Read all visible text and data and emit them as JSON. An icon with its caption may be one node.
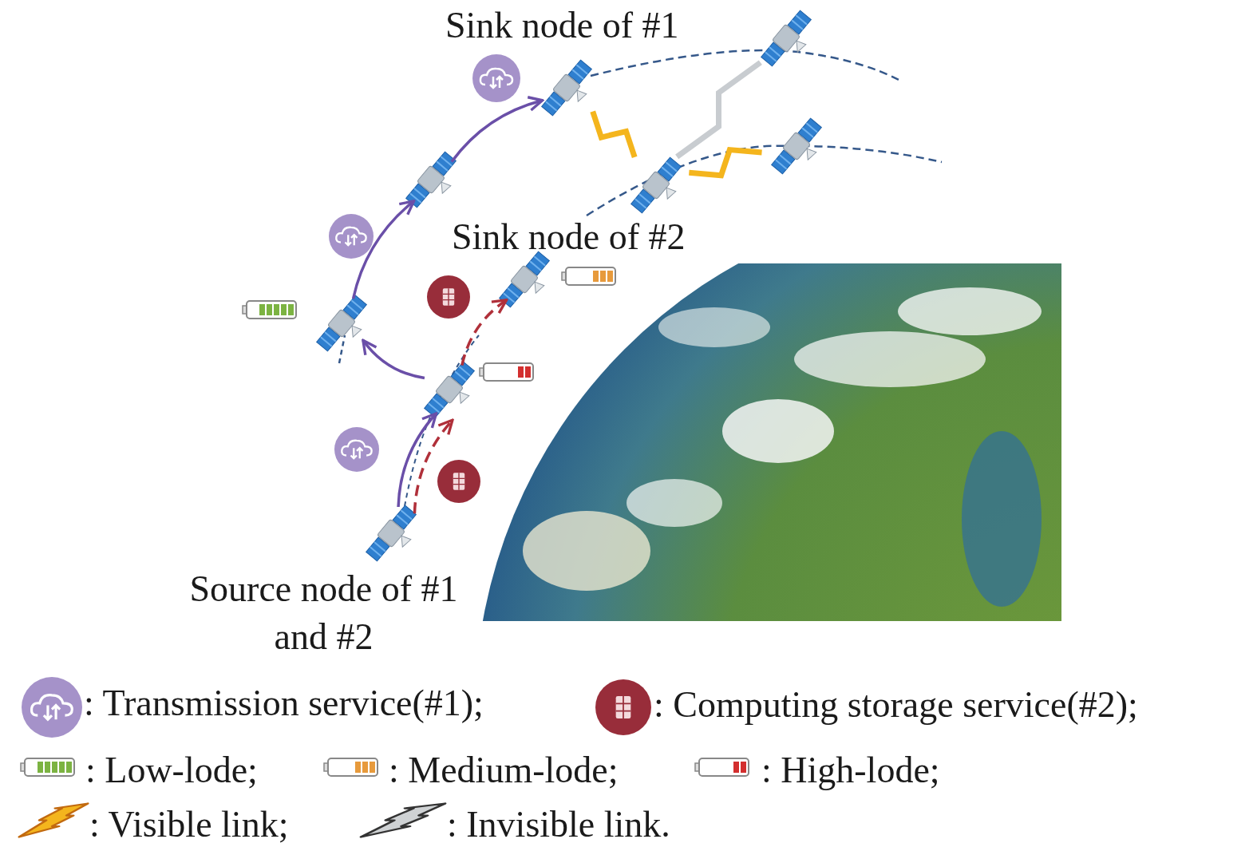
{
  "diagram": {
    "nodes": [
      {
        "text": [],
        "shape": "picture",
        "beside": [
          "Sink node of #1"
        ]
      },
      {
        "text": [],
        "shape": "picture"
      },
      {
        "text": [],
        "shape": "picture"
      },
      {
        "text": [],
        "shape": "picture"
      },
      {
        "text": [],
        "shape": "picture"
      },
      {
        "text": [],
        "shape": "picture",
        "beside": [
          "Sink node of #2"
        ]
      },
      {
        "text": [],
        "shape": "picture"
      },
      {
        "text": [],
        "shape": "picture"
      },
      {
        "text": [],
        "shape": "picture",
        "beside": [
          "Source node of #1 and #2"
        ]
      }
    ],
    "edges": [
      {
        "from": 8,
        "to": 7,
        "arrow": "to"
      },
      {
        "from": 8,
        "to": 7,
        "arrow": "to",
        "style": "dashed",
        "color": "#b0303a"
      },
      {
        "from": 7,
        "to": 6,
        "arrow": "to"
      },
      {
        "from": 6,
        "to": 2,
        "arrow": "to"
      },
      {
        "from": 2,
        "to": 0,
        "arrow": "to"
      },
      {
        "from": 7,
        "to": 5,
        "arrow": "to",
        "style": "dashed",
        "color": "#b0303a"
      },
      {
        "from": 0,
        "to": 4,
        "arrow": "none",
        "style": "thick",
        "color": "#f4b51d"
      },
      {
        "from": 4,
        "to": 1,
        "arrow": "none",
        "style": "thick",
        "color": "#c8ccd0"
      },
      {
        "from": 4,
        "to": 3,
        "arrow": "none",
        "style": "thick",
        "color": "#f4b51d"
      }
    ],
    "legend": [
      {
        "text": ": Transmission service(#1);"
      },
      {
        "text": ": Computing storage service(#2);"
      },
      {
        "text": ": Low-lode;"
      },
      {
        "text": ": Medium-lode;"
      },
      {
        "text": ": High-lode;"
      },
      {
        "text": ": Visible link;"
      },
      {
        "text": ": Invisible link."
      }
    ]
  }
}
